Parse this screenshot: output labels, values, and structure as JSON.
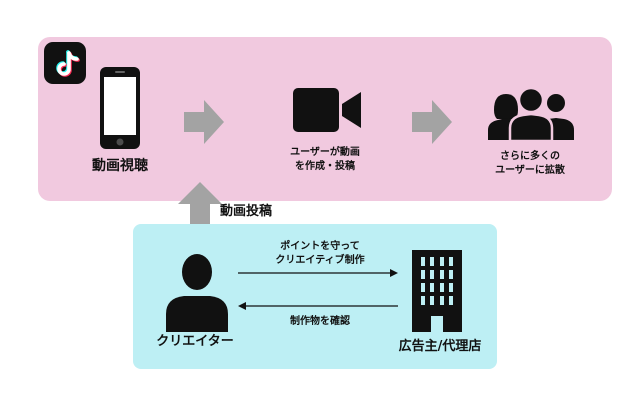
{
  "app_icon": {
    "icon": "tiktok-logo-icon"
  },
  "pink_panel": {
    "viewing_label": "動画視聴",
    "user_video_label_line1": "ユーザーが動画",
    "user_video_label_line2": "を作成・投稿",
    "spread_label_line1": "さらに多くの",
    "spread_label_line2": "ユーザーに拡散"
  },
  "up_arrow_label": "動画投稿",
  "cyan_panel": {
    "arrow_top_line1": "ポイントを守って",
    "arrow_top_line2": "クリエイティブ制作",
    "arrow_bottom_label": "制作物を確認",
    "creator_label": "クリエイター",
    "advertiser_label": "広告主/代理店"
  },
  "colors": {
    "pink_panel": "#f1c9df",
    "cyan_panel": "#bdeff4",
    "arrow_gray": "#a3a3a3",
    "icon_black": "#111111"
  }
}
